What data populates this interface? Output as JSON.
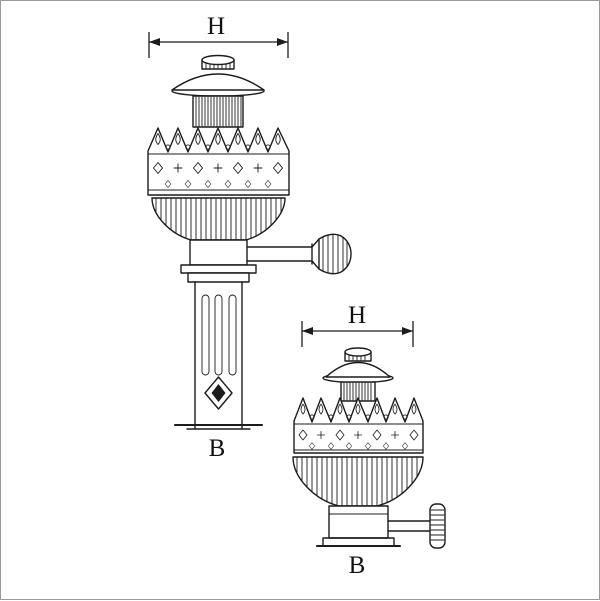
{
  "diagram": {
    "kind": "technical-line-drawing",
    "lamps": [
      {
        "name": "large-burner-with-mounting-tube",
        "height_label": "H",
        "base_label": "B"
      },
      {
        "name": "small-burner",
        "height_label": "H",
        "base_label": "B"
      }
    ]
  },
  "colors": {
    "ink": "#1c1c1c",
    "paper": "#ffffff",
    "frame": "#9a9a9a"
  }
}
